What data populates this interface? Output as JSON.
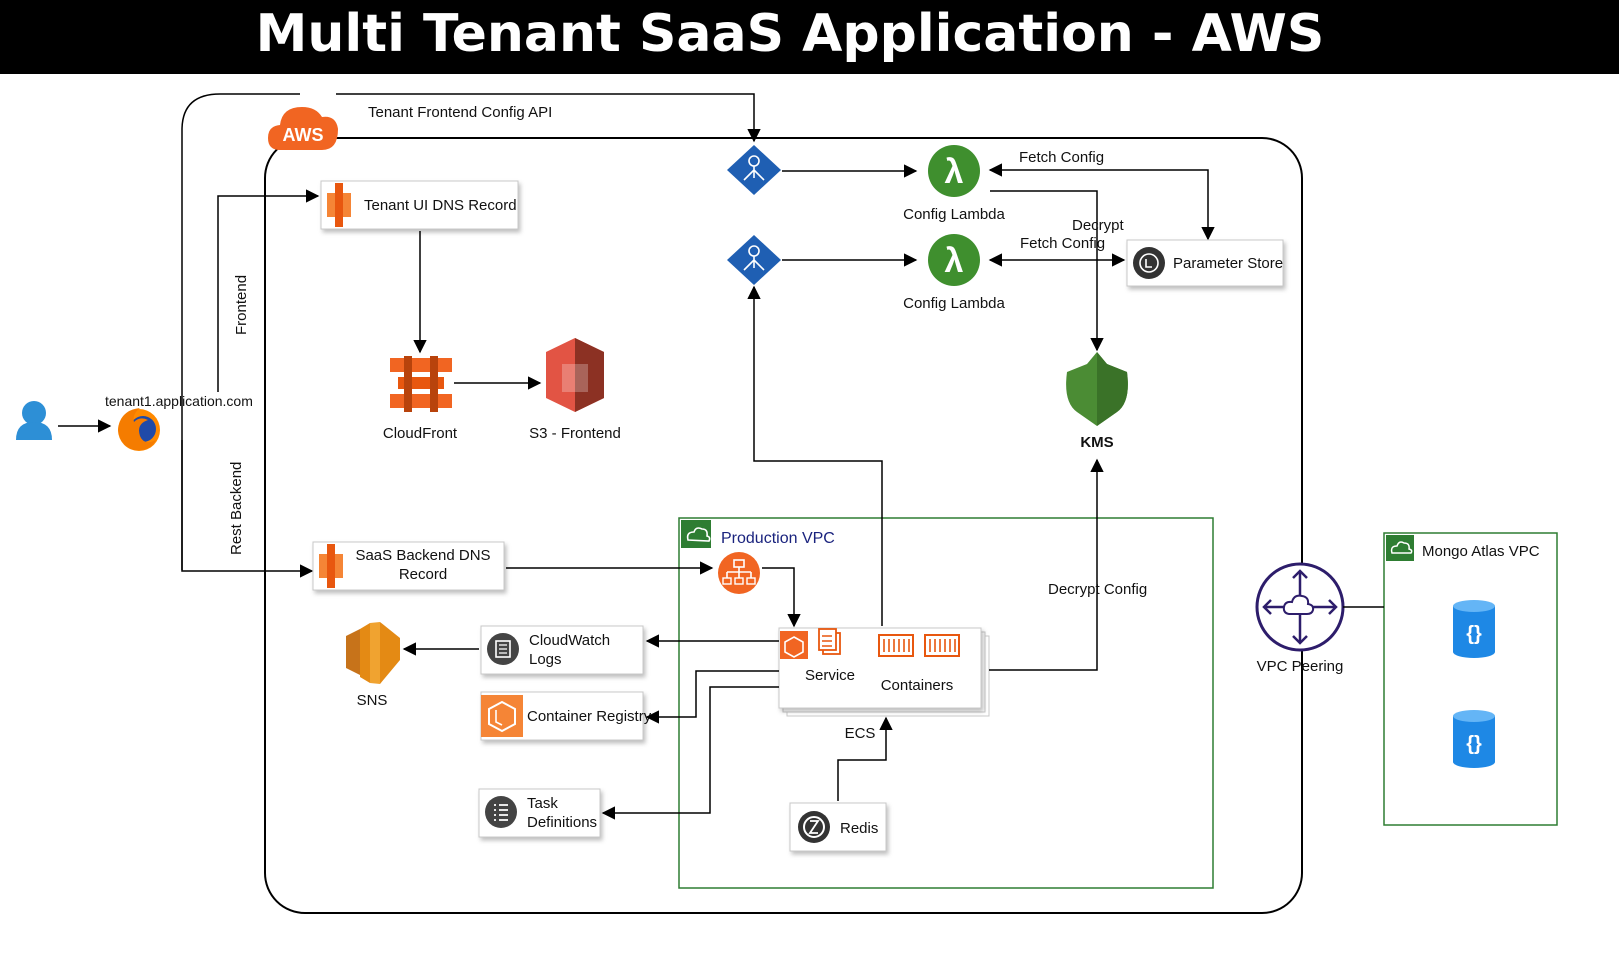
{
  "title": "Multi Tenant SaaS Application - AWS",
  "aws_badge": "AWS",
  "labels": {
    "tenant_frontend_config_api": "Tenant Frontend Config API",
    "tenant_url": "tenant1.application.com",
    "frontend": "Frontend",
    "rest_backend": "Rest Backend",
    "tenant_ui_dns": "Tenant UI DNS Record",
    "cloudfront": "CloudFront",
    "s3_frontend": "S3 - Frontend",
    "saas_backend_dns_line1": "SaaS Backend DNS",
    "saas_backend_dns_line2": "Record",
    "production_vpc": "Production VPC",
    "cloudwatch_line1": "CloudWatch",
    "cloudwatch_line2": "Logs",
    "sns": "SNS",
    "container_registry": "Container Registry",
    "task_line1": "Task",
    "task_line2": "Definitions",
    "service": "Service",
    "containers": "Containers",
    "ecs": "ECS",
    "redis": "Redis",
    "config_lambda_1": "Config Lambda",
    "config_lambda_2": "Config Lambda",
    "fetch_config_1": "Fetch Config",
    "decrypt": "Decrypt",
    "fetch_config_2": "Fetch Config",
    "parameter_store": "Parameter Store",
    "kms": "KMS",
    "decrypt_config": "Decrypt Config",
    "vpc_peering": "VPC Peering",
    "mongo_atlas_vpc": "Mongo Atlas VPC"
  },
  "colors": {
    "aws_orange": "#f16522",
    "lambda_green": "#3f8f2e",
    "kms_green": "#4b8c34",
    "api_gateway_blue": "#1f5fb3",
    "vpc_green": "#2e7d32",
    "vpc_peering_navy": "#2d1d6b",
    "mongo_blue": "#1e88e5",
    "user_blue": "#2d8fd6",
    "sns_orange": "#e48a14",
    "ecr_orange": "#f58536"
  },
  "icons": [
    "user-icon",
    "firefox-icon",
    "aws-cloud-icon",
    "route53-icon",
    "cloudfront-icon",
    "s3-icon",
    "api-gateway-icon",
    "lambda-icon",
    "parameter-store-icon",
    "kms-icon",
    "vpc-icon",
    "load-balancer-icon",
    "ecs-service-icon",
    "container-icon",
    "cloudwatch-icon",
    "sns-icon",
    "ecr-icon",
    "task-definitions-icon",
    "redis-icon",
    "vpc-peering-icon",
    "mongodb-icon"
  ]
}
